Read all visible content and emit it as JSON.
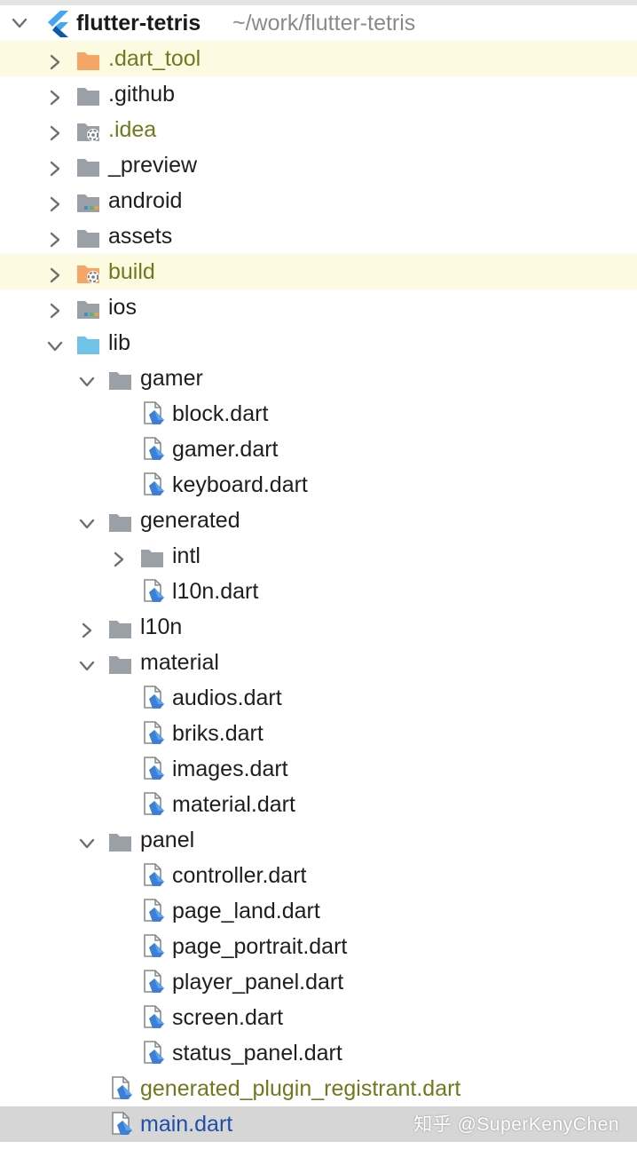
{
  "project": {
    "name": "flutter-tetris",
    "path": "~/work/flutter-tetris"
  },
  "tree": [
    {
      "id": "dart-tool",
      "label": ".dart_tool",
      "depth": 1,
      "chevron": "right",
      "icon": "orange-folder-icon",
      "style": "olive",
      "highlight": "yellow"
    },
    {
      "id": "github",
      "label": ".github",
      "depth": 1,
      "chevron": "right",
      "icon": "folder-icon"
    },
    {
      "id": "idea",
      "label": ".idea",
      "depth": 1,
      "chevron": "right",
      "icon": "config-folder-icon",
      "style": "olive"
    },
    {
      "id": "preview",
      "label": "_preview",
      "depth": 1,
      "chevron": "right",
      "icon": "folder-icon"
    },
    {
      "id": "android",
      "label": "android",
      "depth": 1,
      "chevron": "right",
      "icon": "module-folder-icon"
    },
    {
      "id": "assets",
      "label": "assets",
      "depth": 1,
      "chevron": "right",
      "icon": "folder-icon"
    },
    {
      "id": "build",
      "label": "build",
      "depth": 1,
      "chevron": "right",
      "icon": "excluded-folder-icon",
      "style": "olive",
      "highlight": "yellow"
    },
    {
      "id": "ios",
      "label": "ios",
      "depth": 1,
      "chevron": "right",
      "icon": "module-folder-icon"
    },
    {
      "id": "lib",
      "label": "lib",
      "depth": 1,
      "chevron": "down",
      "icon": "source-folder-icon"
    },
    {
      "id": "gamer",
      "label": "gamer",
      "depth": 2,
      "chevron": "down",
      "icon": "folder-icon"
    },
    {
      "id": "block-dart",
      "label": "block.dart",
      "depth": 3,
      "icon": "dart-file-icon"
    },
    {
      "id": "gamer-dart",
      "label": "gamer.dart",
      "depth": 3,
      "icon": "dart-file-icon"
    },
    {
      "id": "keyboard-dart",
      "label": "keyboard.dart",
      "depth": 3,
      "icon": "dart-file-icon"
    },
    {
      "id": "generated",
      "label": "generated",
      "depth": 2,
      "chevron": "down",
      "icon": "folder-icon"
    },
    {
      "id": "intl",
      "label": "intl",
      "depth": 3,
      "chevron": "right",
      "icon": "folder-icon"
    },
    {
      "id": "l10n-dart",
      "label": "l10n.dart",
      "depth": 3,
      "icon": "dart-file-icon"
    },
    {
      "id": "l10n",
      "label": "l10n",
      "depth": 2,
      "chevron": "right",
      "icon": "folder-icon"
    },
    {
      "id": "material",
      "label": "material",
      "depth": 2,
      "chevron": "down",
      "icon": "folder-icon"
    },
    {
      "id": "audios-dart",
      "label": "audios.dart",
      "depth": 3,
      "icon": "dart-file-icon"
    },
    {
      "id": "briks-dart",
      "label": "briks.dart",
      "depth": 3,
      "icon": "dart-file-icon"
    },
    {
      "id": "images-dart",
      "label": "images.dart",
      "depth": 3,
      "icon": "dart-file-icon"
    },
    {
      "id": "material-dart",
      "label": "material.dart",
      "depth": 3,
      "icon": "dart-file-icon"
    },
    {
      "id": "panel",
      "label": "panel",
      "depth": 2,
      "chevron": "down",
      "icon": "folder-icon"
    },
    {
      "id": "controller-dart",
      "label": "controller.dart",
      "depth": 3,
      "icon": "dart-file-icon"
    },
    {
      "id": "page-land-dart",
      "label": "page_land.dart",
      "depth": 3,
      "icon": "dart-file-icon"
    },
    {
      "id": "page-portrait-dart",
      "label": "page_portrait.dart",
      "depth": 3,
      "icon": "dart-file-icon"
    },
    {
      "id": "player-panel-dart",
      "label": "player_panel.dart",
      "depth": 3,
      "icon": "dart-file-icon"
    },
    {
      "id": "screen-dart",
      "label": "screen.dart",
      "depth": 3,
      "icon": "dart-file-icon"
    },
    {
      "id": "status-panel-dart",
      "label": "status_panel.dart",
      "depth": 3,
      "icon": "dart-file-icon"
    },
    {
      "id": "generated-plugin-registrant-dart",
      "label": "generated_plugin_registrant.dart",
      "depth": 2,
      "icon": "dart-file-icon",
      "style": "olive"
    },
    {
      "id": "main-dart",
      "label": "main.dart",
      "depth": 2,
      "icon": "dart-file-icon",
      "style": "blue",
      "highlight": "selected"
    }
  ],
  "watermark": "知乎 @SuperKenyChen",
  "colors": {
    "folder": "#9aa0a6",
    "source_folder": "#6fc3e8",
    "excluded_folder": "#f5a565",
    "dart_blue": "#3d7fd6",
    "olive_text": "#6f7a1e",
    "selected_text": "#1f4fa8",
    "highlight_yellow": "#fcfbe1",
    "selected_row": "#d6d6d6",
    "flutter_blue": "#42a5f5"
  }
}
